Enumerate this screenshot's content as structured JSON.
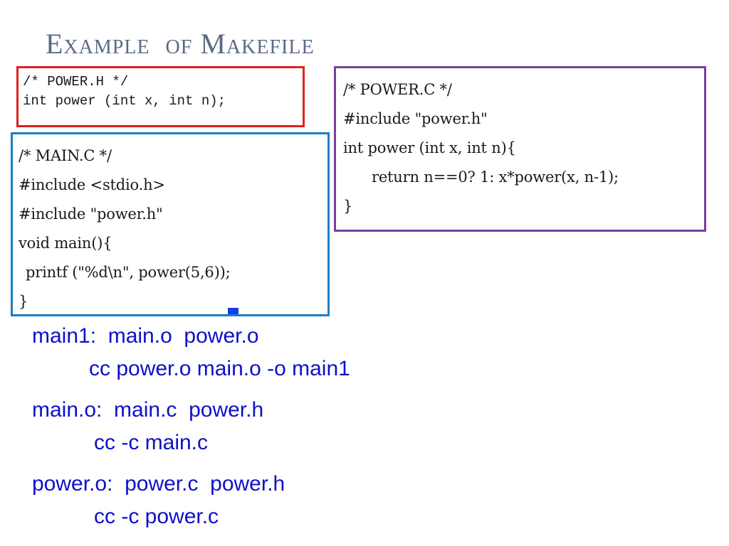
{
  "title": "Example  of Makefile",
  "power_h": {
    "lines": [
      "/* POWER.H */",
      "int power (int x, int n);"
    ]
  },
  "power_c": {
    "lines": [
      "/* POWER.C */",
      "#include \"power.h\"",
      "int power (int x, int n){",
      "return n==0? 1: x*power(x, n-1);",
      "}"
    ]
  },
  "main_c": {
    "lines": [
      "/* MAIN.C */",
      "#include <stdio.h>",
      "#include \"power.h\"",
      "void main(){",
      "printf (\"%d\\n\", power(5,6));",
      "}"
    ]
  },
  "makefile": {
    "rules": [
      {
        "target": "main1:  main.o  power.o",
        "command": "cc power.o main.o -o main1"
      },
      {
        "target": "main.o:  main.c  power.h",
        "command": "cc -c main.c"
      },
      {
        "target": "power.o:  power.c  power.h",
        "command": "cc -c power.c"
      }
    ]
  },
  "colors": {
    "title": "#5a6a86",
    "power_h_border": "#e0201e",
    "power_c_border": "#7b3fa0",
    "main_c_border": "#1a7fc0",
    "makefile_text": "#0d10c8",
    "marker": "#1140e8"
  }
}
